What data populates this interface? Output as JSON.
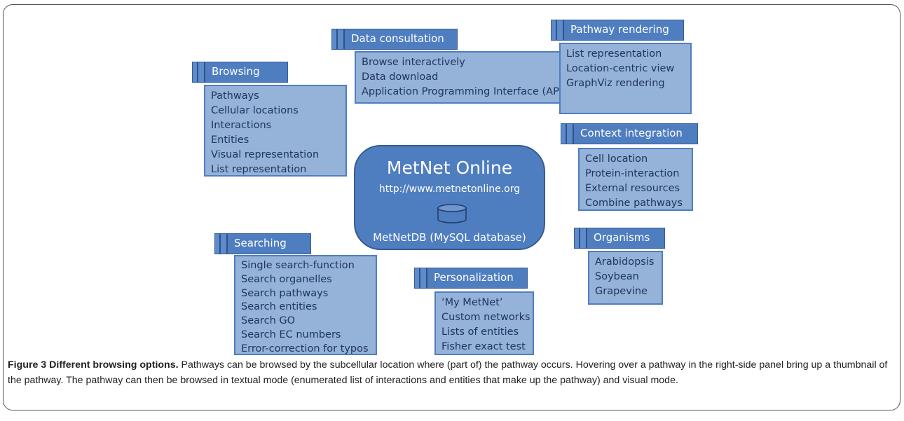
{
  "center": {
    "title": "MetNet Online",
    "url": "http://www.metnetonline.org",
    "database": "MetNetDB (MySQL database)"
  },
  "groups": {
    "browsing": {
      "title": "Browsing",
      "items": [
        "Pathways",
        "Cellular locations",
        "Interactions",
        "Entities",
        "Visual representation",
        "List representation"
      ]
    },
    "data_consultation": {
      "title": "Data consultation",
      "items": [
        "Browse interactively",
        "Data download",
        "Application Programming Interface (API)"
      ]
    },
    "pathway_rendering": {
      "title": "Pathway rendering",
      "items": [
        "List representation",
        "Location-centric view",
        "GraphViz rendering"
      ]
    },
    "context_integration": {
      "title": "Context integration",
      "items": [
        "Cell location",
        "Protein-interaction",
        "External resources",
        "Combine pathways"
      ]
    },
    "organisms": {
      "title": "Organisms",
      "items": [
        "Arabidopsis",
        "Soybean",
        "Grapevine"
      ]
    },
    "personalization": {
      "title": "Personalization",
      "items": [
        "‘My MetNet’",
        "Custom networks",
        "Lists of entities",
        "Fisher exact test"
      ]
    },
    "searching": {
      "title": "Searching",
      "items": [
        "Single search-function",
        "Search organelles",
        "Search pathways",
        "Search entities",
        "Search GO",
        "Search EC numbers",
        "Error-correction for typos"
      ]
    }
  },
  "caption": {
    "title": "Figure 3 Different browsing options.",
    "text": " Pathways can be browsed by the subcellular location where (part of) the pathway occurs. Hovering over a pathway in the right-side panel bring up a thumbnail of the pathway. The pathway can then be browsed in textual mode (enumerated list of interactions and entities that make up the pathway) and visual mode."
  },
  "colors": {
    "tab": "#4f7ec0",
    "box": "#95b2d8",
    "box_text": "#1f3560",
    "center": "#4f7ec0"
  }
}
